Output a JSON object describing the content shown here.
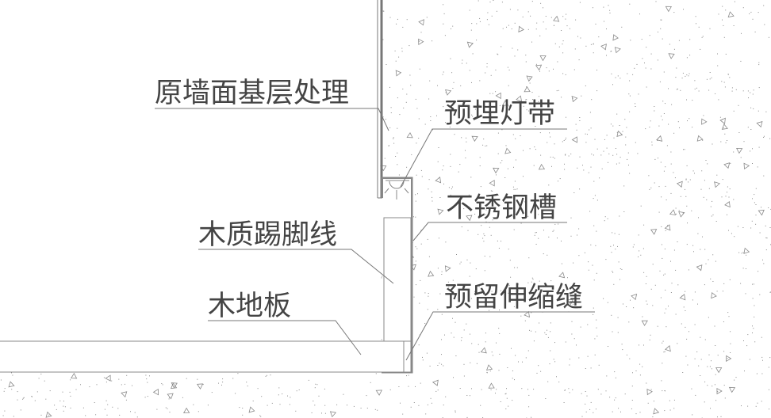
{
  "labels": {
    "wall_base": "原墙面基层处理",
    "led_strip": "预埋灯带",
    "steel_channel": "不锈钢槽",
    "skirting": "木质踢脚线",
    "floor": "木地板",
    "expansion_joint": "预留伸缩缝"
  },
  "colors": {
    "line": "#777777",
    "text": "#444444",
    "speckle": "#8a8a8a"
  }
}
